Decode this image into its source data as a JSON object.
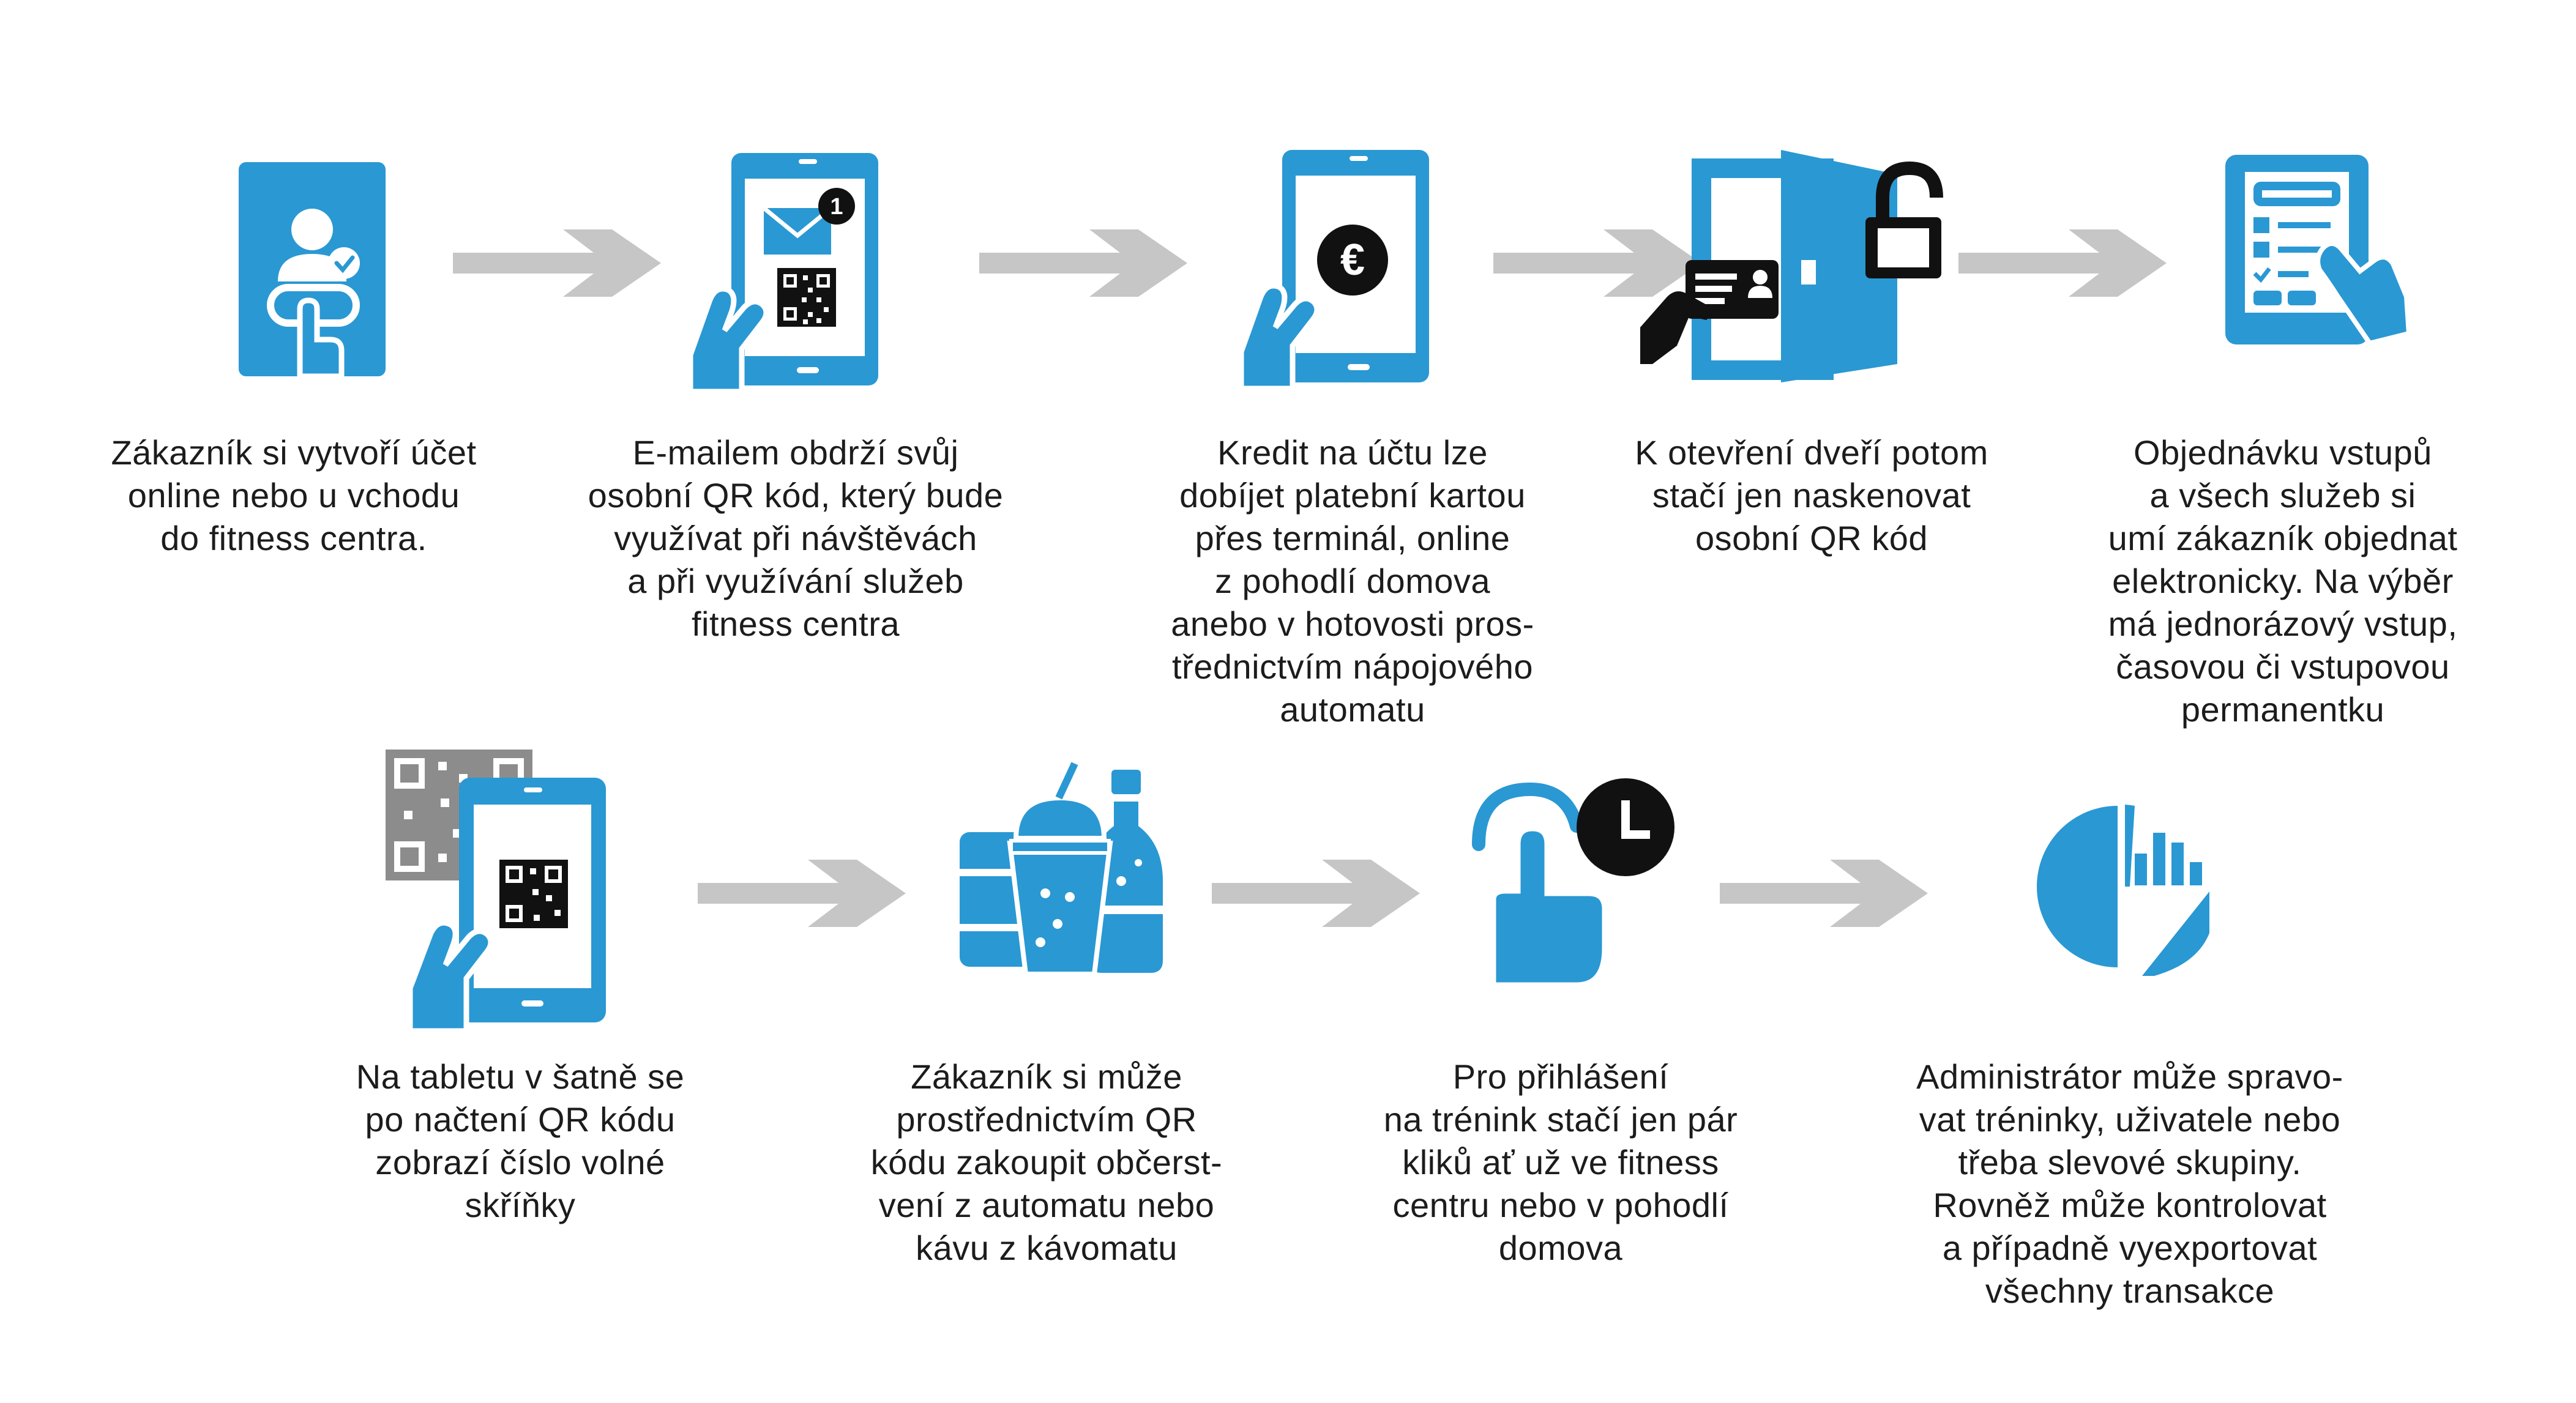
{
  "colors": {
    "accent": "#2a98d3",
    "arrow": "#c6c6c6",
    "dark": "#111111",
    "text": "#1c1c1c"
  },
  "steps": [
    {
      "icon": "user-on-phone-icon",
      "text": "Zákazník si vytvoří účet\nonline nebo u vchodu\ndo fitness centra."
    },
    {
      "icon": "email-qr-phone-icon",
      "badge": "1",
      "text": "E-mailem obdrží svůj\nosobní QR kód, který bude\nvyužívat při návštěvách\na při využívání služeb\nfitness centra"
    },
    {
      "icon": "euro-phone-icon",
      "text": "Kredit na účtu lze\ndobíjet platební kartou\npřes terminál, online\nz pohodlí domova\nanebo v hotovosti pros-\ntřednictvím nápojového\nautomatu"
    },
    {
      "icon": "door-card-icon",
      "text": "K otevření dveří potom\nstačí jen naskenovat\nosobní QR kód"
    },
    {
      "icon": "tablet-order-icon",
      "text": "Objednávku vstupů\na všech služeb si\numí zákazník objednat\nelektronicky. Na výběr\nmá jednorázový vstup,\nčasovou či vstupovou\npermanentku"
    },
    {
      "icon": "qr-tablet-icon",
      "text": "Na tabletu v šatně se\npo načtení QR kódu\nzobrazí číslo volné\nskříňky"
    },
    {
      "icon": "drinks-icon",
      "text": "Zákazník si může\nprostřednictvím QR\nkódu zakoupit občerst-\nvení z automatu nebo\nkávu z kávomatu"
    },
    {
      "icon": "tap-clock-icon",
      "text": "Pro přihlášení\nna trénink stačí jen pár\nkliků ať už ve fitness\ncentru nebo v pohodlí\ndomova"
    },
    {
      "icon": "pie-bar-chart-icon",
      "text": "Administrátor může spravo-\nvat tréninky, uživatele nebo\ntřeba slevové skupiny.\nRovněž může kontrolovat\na případně vyexportovat\nvšechny transakce"
    }
  ]
}
